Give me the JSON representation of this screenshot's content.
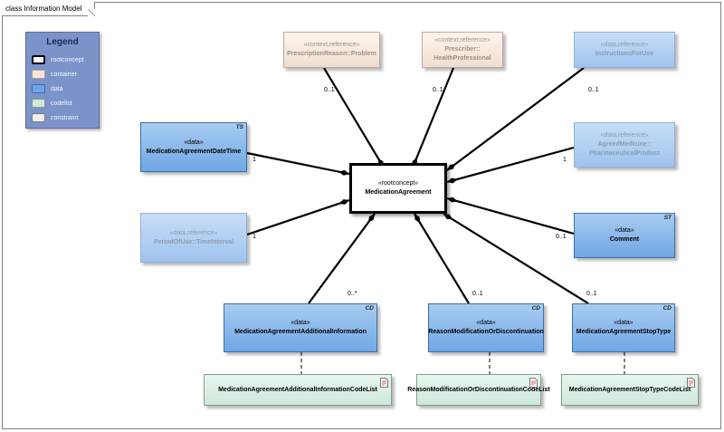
{
  "frame": {
    "title": "class Information Model"
  },
  "legend": {
    "title": "Legend",
    "items": [
      {
        "label": "rootconcept",
        "color": "#ffffff",
        "border": "#000000"
      },
      {
        "label": "container",
        "color": "#f7e6dc",
        "border": "#b8a090"
      },
      {
        "label": "data",
        "color": "#6fa7e6",
        "border": "#3d6ea8"
      },
      {
        "label": "codelist",
        "color": "#cfe8da",
        "border": "#7fa08a"
      },
      {
        "label": "constraint",
        "color": "#eeeeee",
        "border": "#777777"
      }
    ]
  },
  "nodes": {
    "root": {
      "stereotype": "«rootconcept»",
      "name": "MedicationAgreement"
    },
    "prescription_reason": {
      "stereotype": "«context,reference»",
      "name": "PrescriptionReason::Problem"
    },
    "prescriber": {
      "stereotype": "«context,reference»",
      "name1": "Prescriber::",
      "name2": "HealthProfessional"
    },
    "instructions": {
      "stereotype": "«data,reference»",
      "name": "InstructionsForUse"
    },
    "agreed_medicine": {
      "stereotype": "«data,reference»",
      "name1": "AgreedMedicine::",
      "name2": "PharmaceuticalProduct"
    },
    "comment": {
      "stereotype": "«data»",
      "name": "Comment",
      "type_tag": "ST"
    },
    "date_time": {
      "stereotype": "«data»",
      "name": "MedicationAgreementDateTime",
      "type_tag": "TS"
    },
    "period_of_use": {
      "stereotype": "«data,reference»",
      "name": "PeriodOfUse::TimeInterval"
    },
    "additional_info": {
      "stereotype": "«data»",
      "name": "MedicationAgreementAdditionalInformation",
      "type_tag": "CD"
    },
    "reason_mod": {
      "stereotype": "«data»",
      "name": "ReasonModificationOrDiscontinuation",
      "type_tag": "CD"
    },
    "stop_type": {
      "stereotype": "«data»",
      "name": "MedicationAgreementStopType",
      "type_tag": "CD"
    },
    "cl_additional": {
      "name": "MedicationAgreementAdditionalInformationCodeList"
    },
    "cl_reason": {
      "name": "ReasonModificationOrDiscontinuationCodeList"
    },
    "cl_stop": {
      "name": "MedicationAgreementStopTypeCodeList"
    }
  },
  "multiplicities": {
    "prescription_reason": "0..1",
    "prescriber": "0..1",
    "instructions": "0..1",
    "agreed_medicine": "1",
    "comment": "0..1",
    "date_time": "1",
    "period_of_use": "1",
    "additional_info": "0..*",
    "reason_mod": "0..1",
    "stop_type": "0..1"
  },
  "icons": {
    "codelist": "codelist-document-icon"
  }
}
